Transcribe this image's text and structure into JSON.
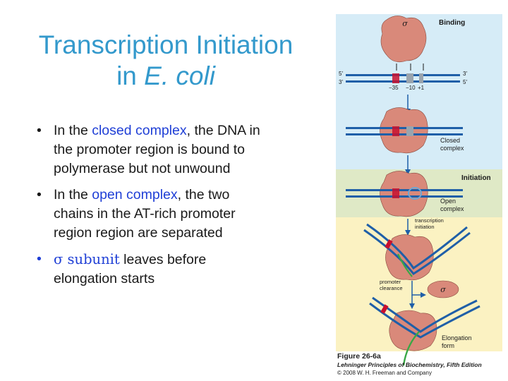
{
  "title": {
    "line1": "Transcription Initiation",
    "line2_prefix": "in ",
    "line2_italic": "E. coli"
  },
  "bullets": [
    {
      "pre": "In the ",
      "highlight": "closed complex",
      "post": ", the DNA in the promoter region is bound to polymerase but not unwound"
    },
    {
      "pre": "In the ",
      "highlight": "open complex",
      "post": ", the two chains in the AT-rich promoter region region are separated"
    },
    {
      "pre": "",
      "highlight": "σ subunit",
      "post": " leaves before elongation starts"
    }
  ],
  "bullet_symbol": "•",
  "figure": {
    "sigma": "σ",
    "binding": "Binding",
    "initiation": "Initiation",
    "end5": "5′",
    "end3": "3′",
    "m35": "−35",
    "m10": "−10",
    "p1": "+1",
    "closed1": "Closed",
    "closed2": "complex",
    "open1": "Open",
    "open2": "complex",
    "ti1": "transcription",
    "ti2": "initiation",
    "pc1": "promoter",
    "pc2": "clearance",
    "el1": "Elongation",
    "el2": "form"
  },
  "caption": {
    "figure": "Figure 26-6a",
    "book": "Lehninger Principles of Biochemistry, Fifth Edition",
    "copyright": "© 2008 W. H. Freeman and Company"
  },
  "colors": {
    "title": "#3399cc",
    "highlight": "#1f3fd6",
    "dna": "#1f5fa8",
    "polymerase": "#d9897a",
    "binding_bg": "#d6ecf7",
    "initiation_bg": "#dfe9c6",
    "elongation_bg": "#fbf2c2"
  }
}
